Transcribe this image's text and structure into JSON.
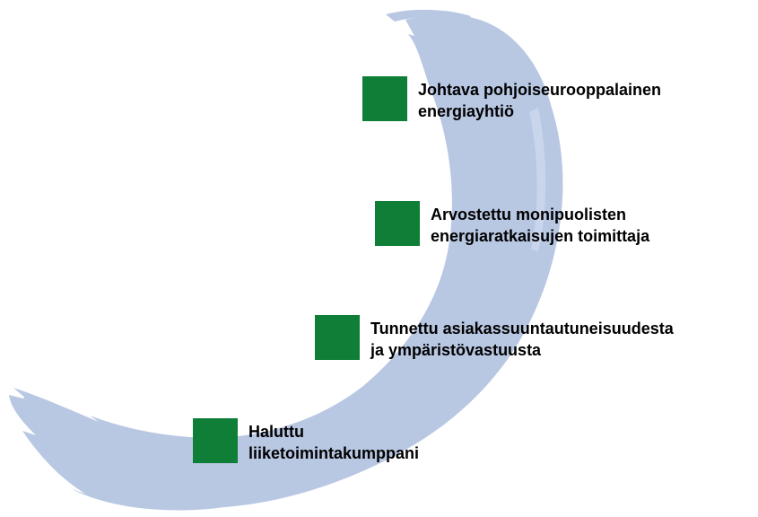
{
  "colors": {
    "stroke": "#b8c7e2",
    "square": "#0f7f37",
    "text": "#000000",
    "background": "#ffffff"
  },
  "items": [
    {
      "icon": "green-square",
      "line1": "Johtava pohjoiseurooppalainen",
      "line2": "energiayhtiö"
    },
    {
      "icon": "green-square",
      "line1": "Arvostettu monipuolisten",
      "line2": "energiaratkaisujen toimittaja"
    },
    {
      "icon": "green-square",
      "line1": "Tunnettu asiakassuuntautuneisuudesta",
      "line2": "ja ympäristövastuusta"
    },
    {
      "icon": "green-square",
      "line1": "Haluttu",
      "line2": "liiketoimintakumppani"
    }
  ]
}
